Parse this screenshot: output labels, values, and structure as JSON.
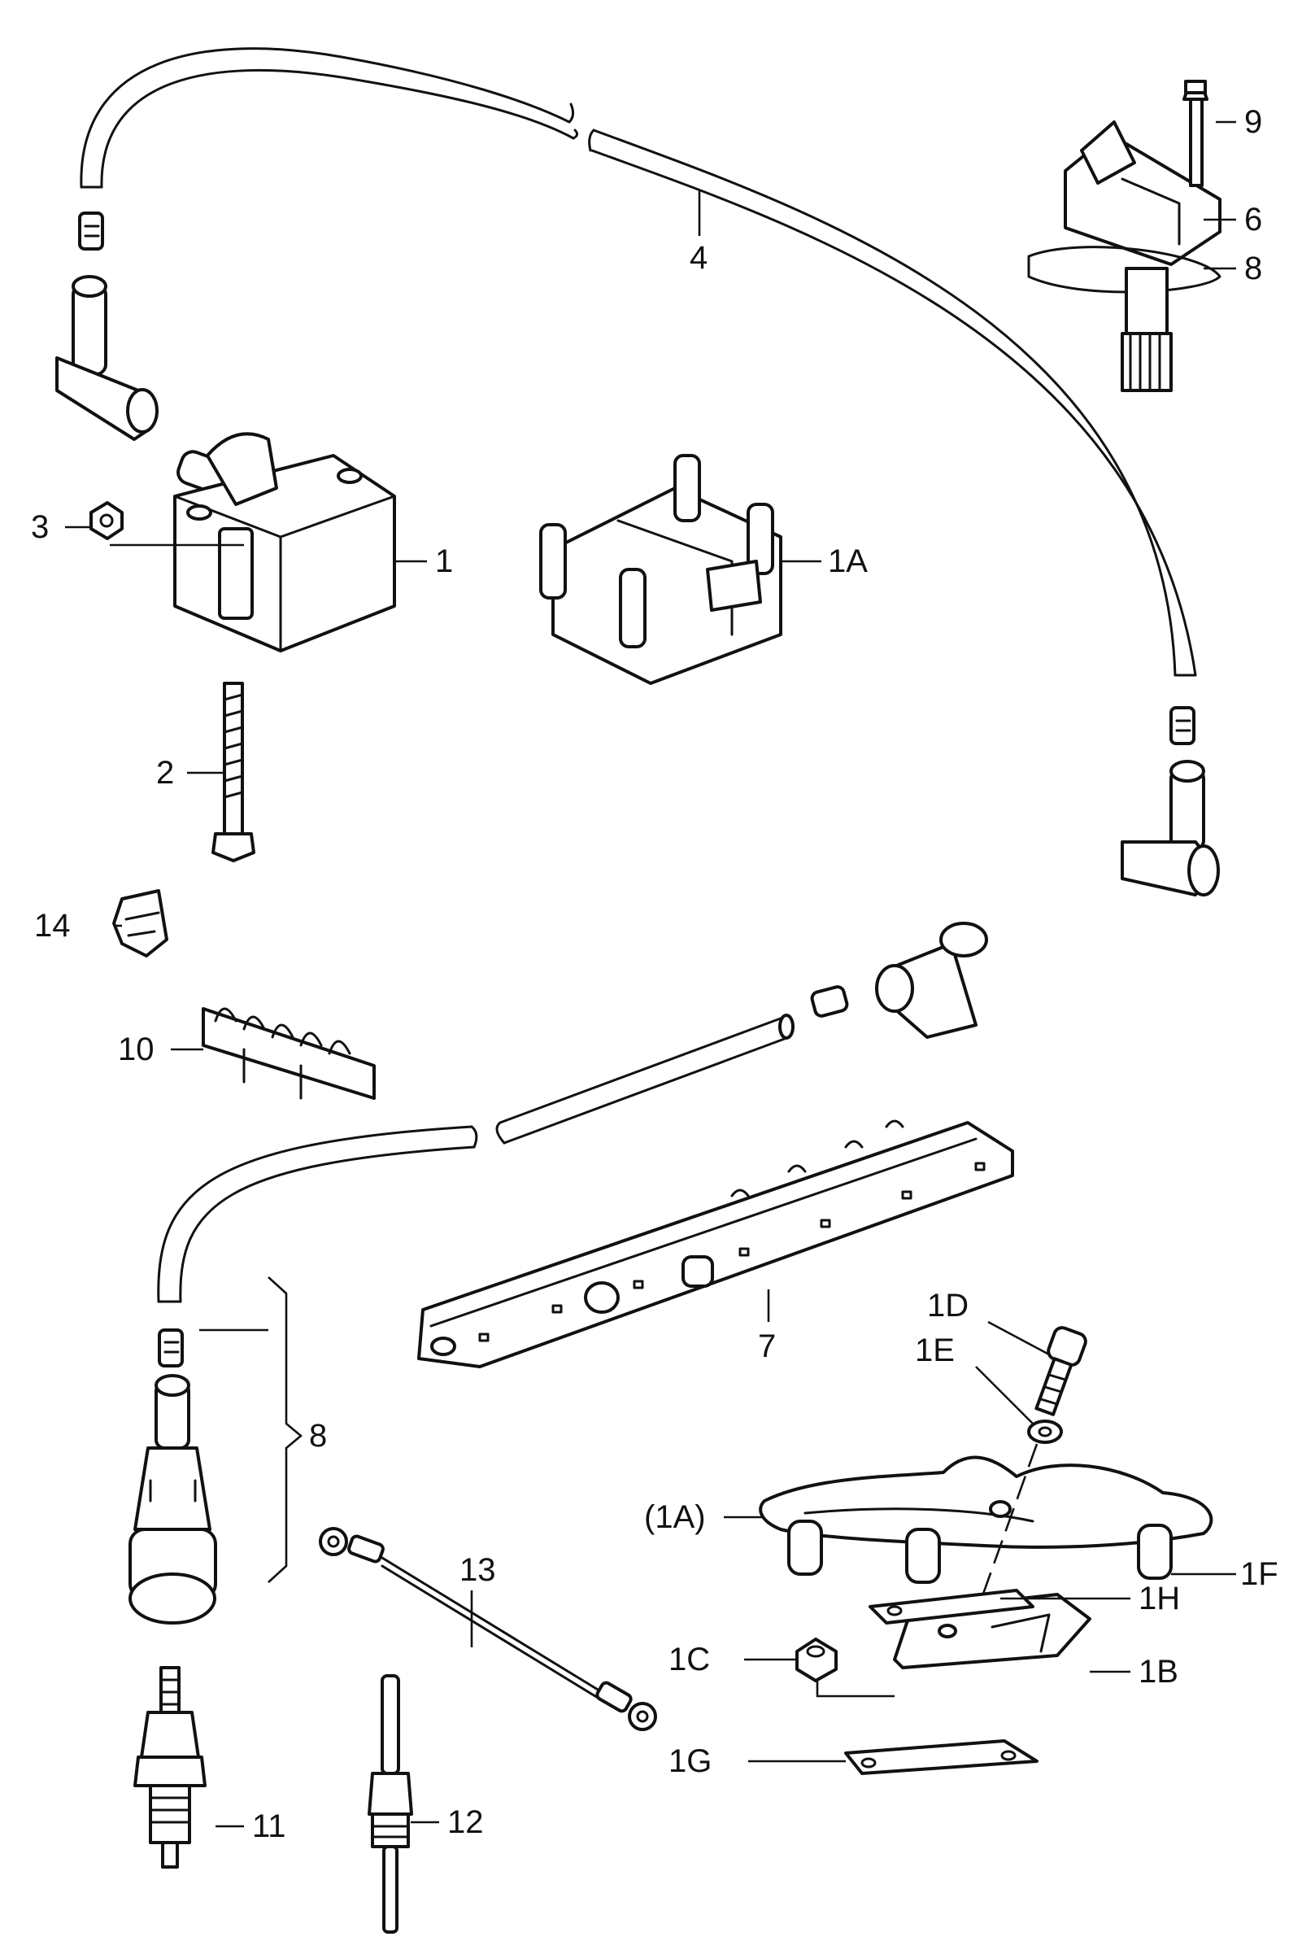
{
  "callouts": {
    "c1": "1",
    "c1a": "1A",
    "c1a_paren": "(1A)",
    "c1b": "1B",
    "c1c": "1C",
    "c1d": "1D",
    "c1e": "1E",
    "c1f": "1F",
    "c1g": "1G",
    "c1h": "1H",
    "c2": "2",
    "c3": "3",
    "c4": "4",
    "c6": "6",
    "c7": "7",
    "c8_top": "8",
    "c8_bracket": "8",
    "c9": "9",
    "c10": "10",
    "c11": "11",
    "c12": "12",
    "c13": "13",
    "c14": "14"
  }
}
